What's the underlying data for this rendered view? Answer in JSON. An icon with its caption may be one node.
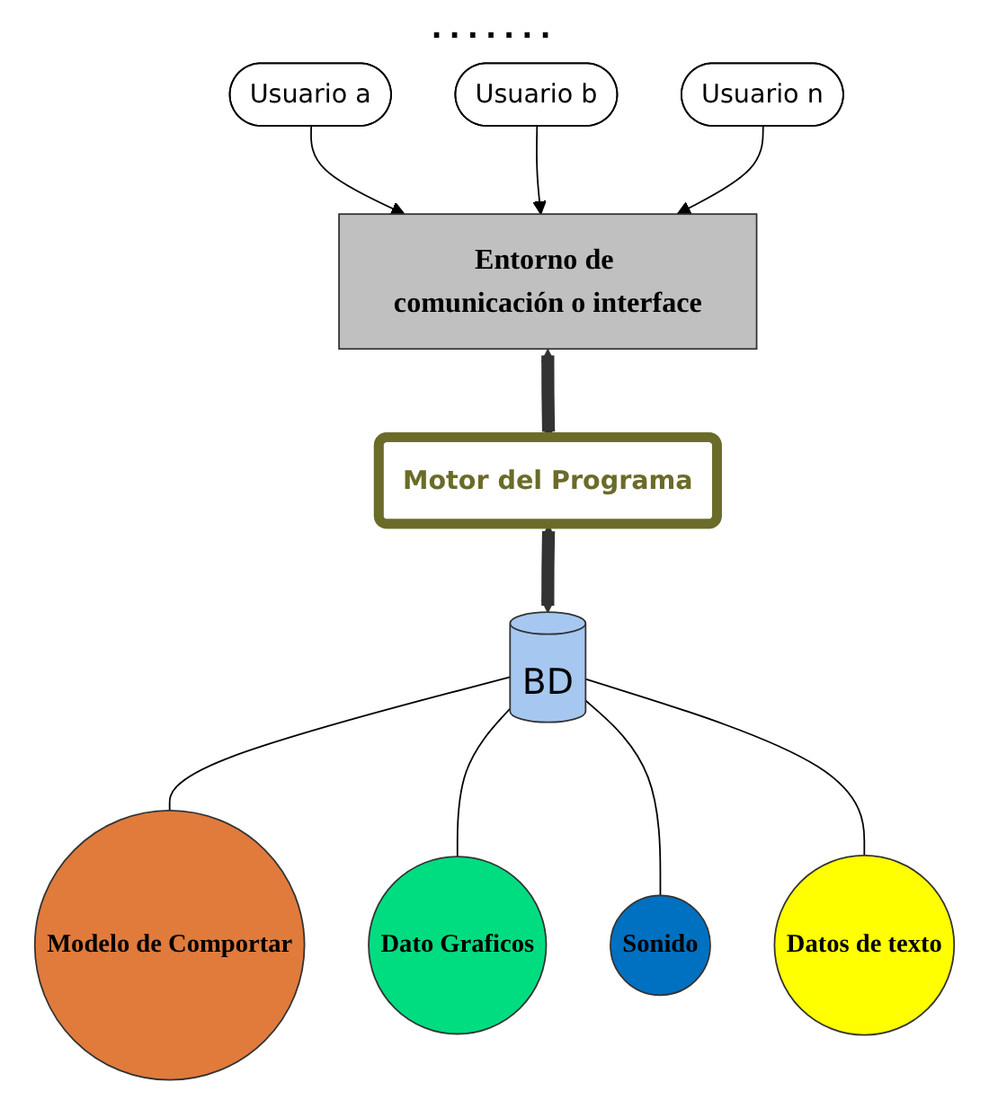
{
  "diagram": {
    "nodes": [
      {
        "text": [
          "Usuario a"
        ]
      },
      {
        "text": [
          "Usuario b"
        ]
      },
      {
        "text": [
          "Usuario n"
        ]
      },
      {
        "text": [
          "Entorno de comunicación o interface"
        ]
      },
      {
        "text": [
          "Motor del Programa"
        ]
      },
      {
        "text": [
          "BD"
        ]
      },
      {
        "text": [
          "Modelo de Comportar"
        ]
      },
      {
        "text": [
          "Dato Graficos"
        ]
      },
      {
        "text": [
          "Sonido"
        ]
      },
      {
        "text": [
          "Datos de texto"
        ]
      }
    ],
    "edges": [
      {
        "from": 0,
        "to": 3,
        "arrow": "to"
      },
      {
        "from": 1,
        "to": 3,
        "arrow": "to"
      },
      {
        "from": 2,
        "to": 3,
        "arrow": "to"
      },
      {
        "from": 3,
        "to": 4,
        "arrow": "both",
        "style": "thick"
      },
      {
        "from": 4,
        "to": 5,
        "arrow": "both",
        "style": "thick"
      },
      {
        "from": 5,
        "to": 6,
        "arrow": "none"
      },
      {
        "from": 5,
        "to": 7,
        "arrow": "none"
      },
      {
        "from": 5,
        "to": 8,
        "arrow": "none"
      },
      {
        "from": 5,
        "to": 9,
        "arrow": "none"
      }
    ],
    "labels": [
      "......."
    ]
  }
}
